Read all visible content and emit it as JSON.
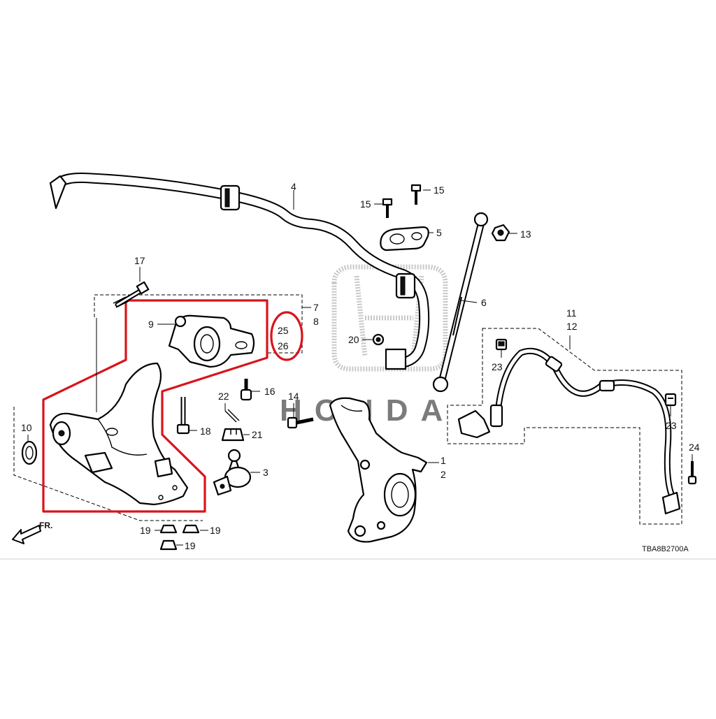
{
  "diagram_code": "TBA8B2700A",
  "direction_label": "FR.",
  "watermark_text": "HONDA",
  "highlight_color": "#d8141b",
  "callouts": {
    "c1": "1",
    "c2": "2",
    "c3": "3",
    "c4": "4",
    "c5": "5",
    "c6": "6",
    "c7": "7",
    "c8": "8",
    "c9": "9",
    "c10": "10",
    "c11": "11",
    "c12": "12",
    "c13": "13",
    "c14": "14",
    "c15a": "15",
    "c15b": "15",
    "c16": "16",
    "c17": "17",
    "c18": "18",
    "c19a": "19",
    "c19b": "19",
    "c19c": "19",
    "c20": "20",
    "c21": "21",
    "c22": "22",
    "c23a": "23",
    "c23b": "23",
    "c24": "24",
    "c25": "25",
    "c26": "26"
  }
}
